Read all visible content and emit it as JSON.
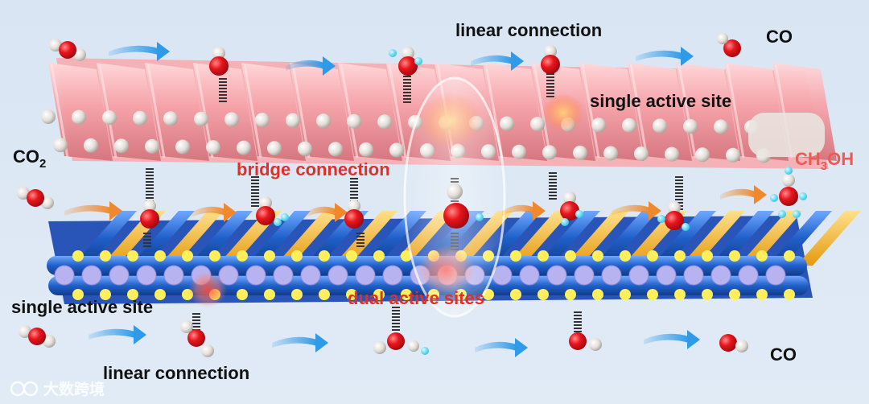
{
  "labels": {
    "top_linear": "linear connection",
    "top_co": "CO",
    "top_single_site": "single active site",
    "co2_base": "CO",
    "co2_sub": "2",
    "bridge": "bridge connection",
    "ch3oh_a": "CH",
    "ch3oh_sub": "3",
    "ch3oh_b": "OH",
    "dual_sites": "dual active sites",
    "bottom_single_site": "single active site",
    "bottom_linear": "linear connection",
    "bottom_co": "CO"
  },
  "watermark": "大数跨境",
  "colors": {
    "background": "#dbe7f4",
    "pink_layer": "#f3a0a6",
    "blue_rod": "#1f5fc9",
    "yellow_rod": "#f0b21a",
    "oxygen": "#e8141c",
    "hydrogen": "#e5e1dc",
    "arrow_blue": "#2f9be8",
    "arrow_orange": "#f0892e",
    "label_red": "#e0302a"
  }
}
